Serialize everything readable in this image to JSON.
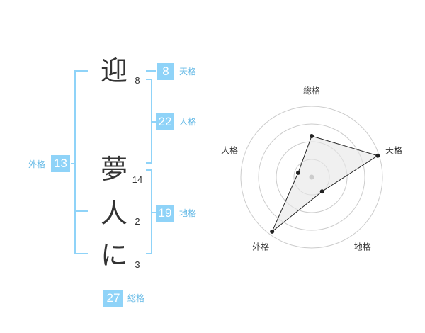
{
  "name_chars": [
    {
      "char": "迎",
      "strokes": "8"
    },
    {
      "char": "夢",
      "strokes": "14"
    },
    {
      "char": "人",
      "strokes": "2"
    },
    {
      "char": "に",
      "strokes": "3"
    }
  ],
  "fortune": {
    "tenkaku": {
      "label": "天格",
      "value": "8"
    },
    "jinkaku": {
      "label": "人格",
      "value": "22"
    },
    "chikaku": {
      "label": "地格",
      "value": "19"
    },
    "gaikaku": {
      "label": "外格",
      "value": "13"
    },
    "soukaku": {
      "label": "総格",
      "value": "27"
    }
  },
  "colors": {
    "accent": "#8fd3f8",
    "label": "#64b9e6",
    "text": "#333333",
    "ring": "#cccccc"
  },
  "chart_data": {
    "type": "radar",
    "axes": [
      "総格",
      "天格",
      "地格",
      "外格",
      "人格"
    ],
    "values": [
      0.58,
      0.98,
      0.25,
      0.95,
      0.2
    ],
    "rings": 4,
    "max": 1
  }
}
